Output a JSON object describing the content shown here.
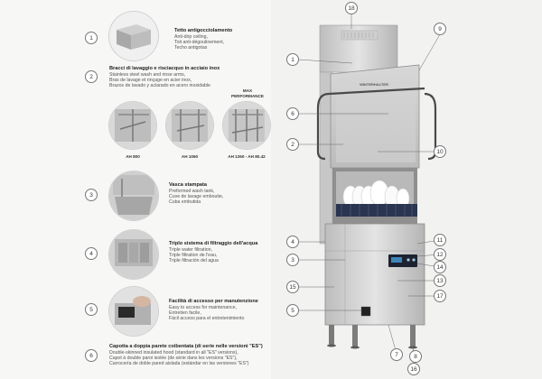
{
  "callout_numbers": {
    "left": [
      "1",
      "2",
      "3",
      "4",
      "5",
      "6"
    ],
    "right": [
      "18",
      "9",
      "1",
      "6",
      "2",
      "10",
      "4",
      "3",
      "15",
      "5",
      "11",
      "12",
      "14",
      "13",
      "17",
      "7",
      "8",
      "16"
    ]
  },
  "features": [
    {
      "number": "1",
      "title": "Tetto antigocciolamento",
      "lines": [
        "Anti-drip ceiling,",
        "Toit anti-dégoulinement,",
        "Techo antigotas"
      ]
    },
    {
      "number": "2",
      "title": "Bracci di lavaggio e risciacquo in acciaio inox",
      "lines": [
        "Stainless steel wash and rinse arms,",
        "Bras de lavage et rinçage en acier inox,",
        "Brazos de lavado y aclarado en acero inoxidable"
      ]
    },
    {
      "number": "3",
      "title": "Vasca stampata",
      "lines": [
        "Preformed wash tank,",
        "Cuve de lavage emboutie,",
        "Cuba embutida"
      ]
    },
    {
      "number": "4",
      "title": "Triplo sistema di filtraggio dell'acqua",
      "lines": [
        "Triple water filtration,",
        "Triple filtration de l'eau,",
        "Triple filtración del agua"
      ]
    },
    {
      "number": "5",
      "title": "Facilità di accesso per manutenzione",
      "lines": [
        "Easy to access for maintenance,",
        "Entretien facile,",
        "Fácil acceso para el entretenimiento"
      ]
    },
    {
      "number": "6",
      "title": "Capotta a doppia parete coibentata (di serie nelle versioni \"ES\")",
      "lines": [
        "Double-skinned insulated hood (standard in all \"ES\" versions),",
        "Capot à double paroi isolée (de série dans les versions \"ES\"),",
        "Carrocería de doble pared aislada (estándar en las versiones \"ES\")"
      ]
    }
  ],
  "variants": {
    "max_performance": "MAX PERFORMANCE",
    "labels": [
      "AH 800",
      "AH 1060",
      "AH 1260 - AH 80.42"
    ]
  },
  "machine": {
    "brand": "WINTERHALTER"
  },
  "colors": {
    "steel_light": "#dcdcdc",
    "steel_mid": "#b9b9b9",
    "steel_dark": "#8e8e8e",
    "rack_blue": "#2a3550",
    "display_dark": "#1c2230"
  }
}
